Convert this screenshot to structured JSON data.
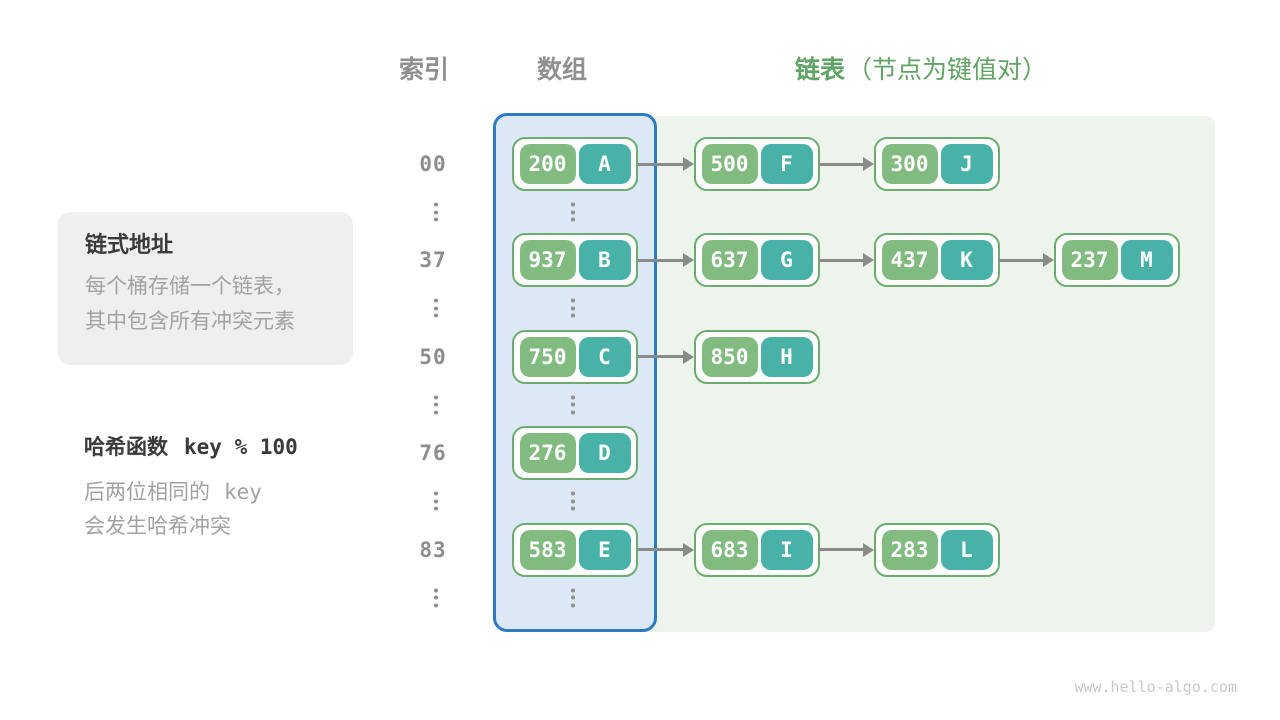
{
  "header": {
    "index_label": "索引",
    "array_label": "数组",
    "list_label": "链表",
    "list_note": "（节点为键值对）"
  },
  "info_box": {
    "title": "链式地址",
    "line1": "每个桶存储一个链表，",
    "line2": "其中包含所有冲突元素"
  },
  "hash_note": {
    "title_prefix": "哈希函数",
    "title_code": "key % 100",
    "line1_prefix": "后两位相同的",
    "line1_code": "key",
    "line2": "会发生哈希冲突"
  },
  "watermark": "www.hello-algo.com",
  "colors": {
    "key_pill": "#82bb80",
    "value_pill": "#48b1a8",
    "node_border": "#6bad6f",
    "array_fill": "#dbe9f6",
    "array_border": "#2f7bc3",
    "list_fill": "#ecf4eb",
    "arrow": "#8a8a8a",
    "header_gray": "#909090",
    "header_green": "#5fa463",
    "text_dark": "#3a3a3a",
    "text_gray": "#a2a2a2",
    "index_gray": "#8d8d8d",
    "box_fill": "#efeff0",
    "watermark": "#c9c9c9"
  },
  "diagram": {
    "rows": [
      {
        "index": "00",
        "nodes": [
          {
            "key": "200",
            "value": "A"
          },
          {
            "key": "500",
            "value": "F"
          },
          {
            "key": "300",
            "value": "J"
          }
        ]
      },
      {
        "index": "37",
        "nodes": [
          {
            "key": "937",
            "value": "B"
          },
          {
            "key": "637",
            "value": "G"
          },
          {
            "key": "437",
            "value": "K"
          },
          {
            "key": "237",
            "value": "M"
          }
        ]
      },
      {
        "index": "50",
        "nodes": [
          {
            "key": "750",
            "value": "C"
          },
          {
            "key": "850",
            "value": "H"
          }
        ]
      },
      {
        "index": "76",
        "nodes": [
          {
            "key": "276",
            "value": "D"
          }
        ]
      },
      {
        "index": "83",
        "nodes": [
          {
            "key": "583",
            "value": "E"
          },
          {
            "key": "683",
            "value": "I"
          },
          {
            "key": "283",
            "value": "L"
          }
        ]
      }
    ]
  }
}
